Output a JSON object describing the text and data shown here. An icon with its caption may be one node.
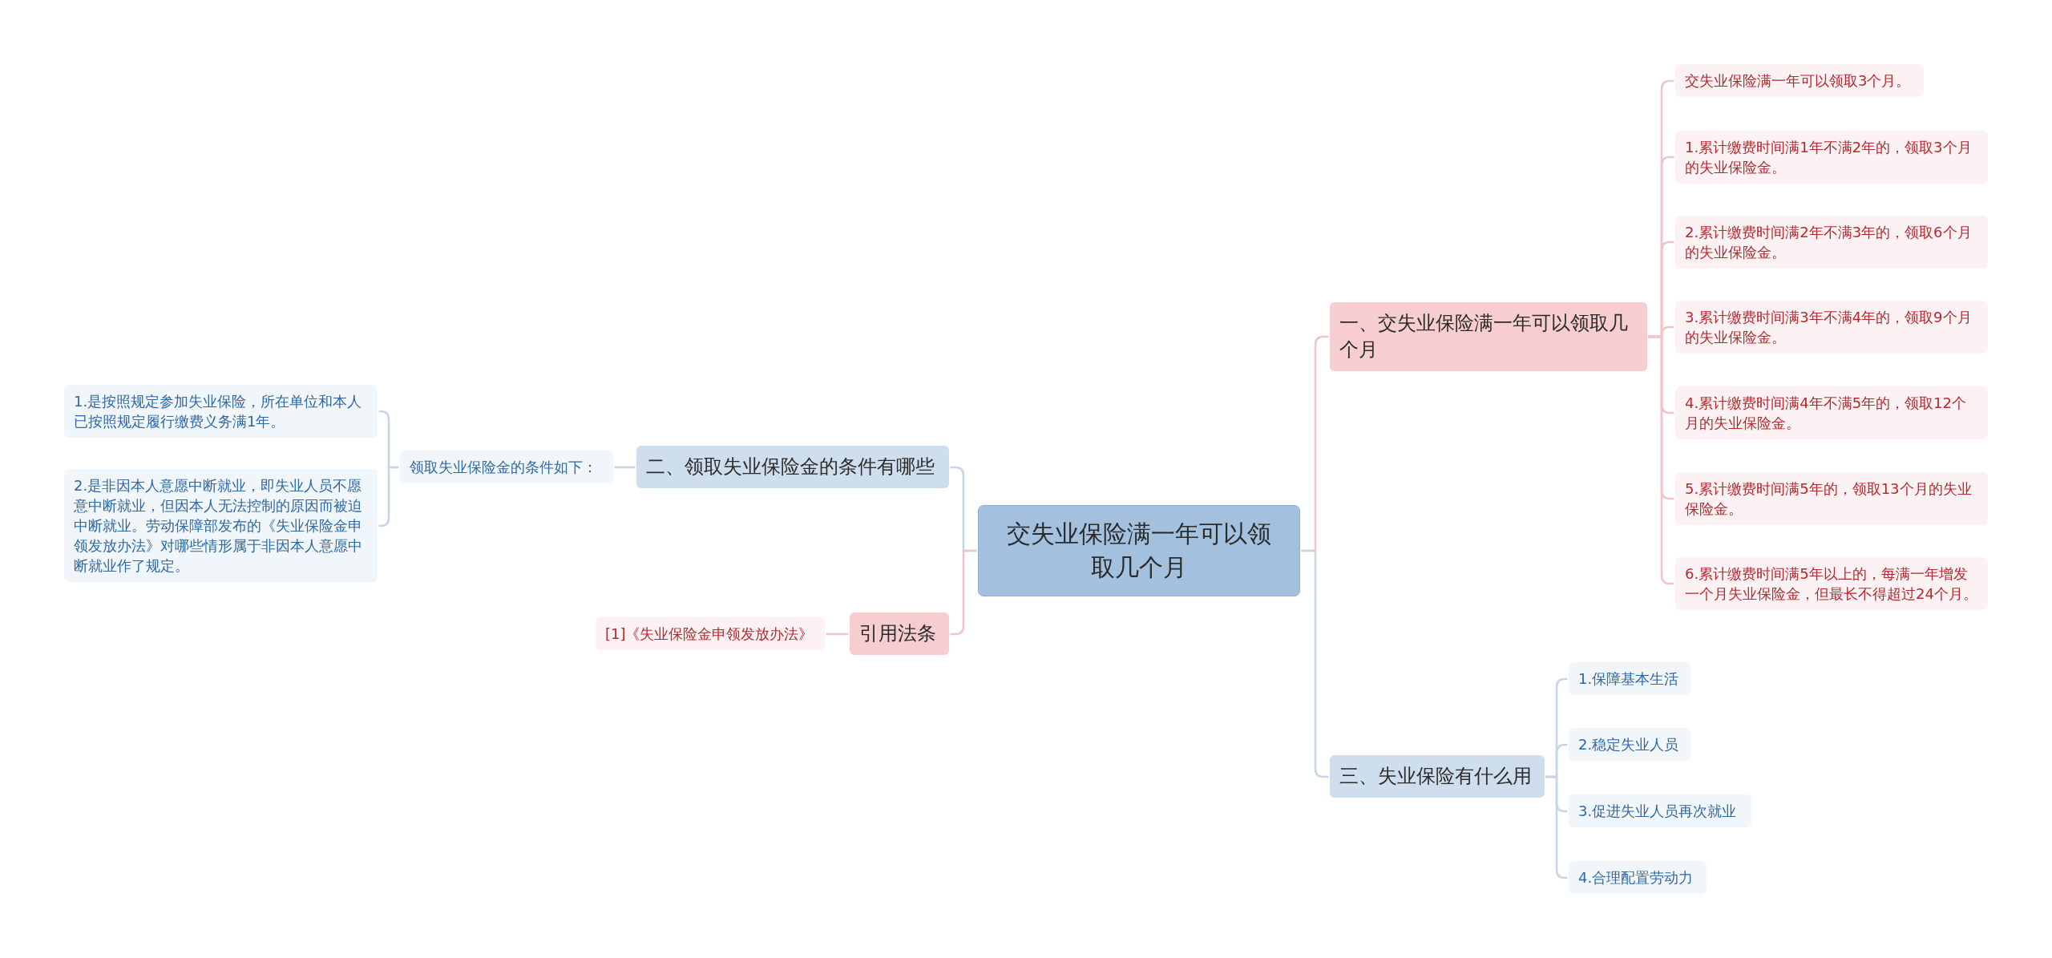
{
  "diagram": {
    "nodes": [
      {
        "text": [
          "交失业保险满一年可以领取几个月"
        ]
      },
      {
        "text": [
          "一、交失业保险满一年可以领取几个月"
        ]
      },
      {
        "text": [
          "交失业保险满一年可以领取3个月。"
        ]
      },
      {
        "text": [
          "1.累计缴费时间满1年不满2年的，领取3个月的失业保险金。"
        ]
      },
      {
        "text": [
          "2.累计缴费时间满2年不满3年的，领取6个月的失业保险金。"
        ]
      },
      {
        "text": [
          "3.累计缴费时间满3年不满4年的，领取9个月的失业保险金。"
        ]
      },
      {
        "text": [
          "4.累计缴费时间满4年不满5年的，领取12个月的失业保险金。"
        ]
      },
      {
        "text": [
          "5.累计缴费时间满5年的，领取13个月的失业保险金。"
        ]
      },
      {
        "text": [
          "6.累计缴费时间满5年以上的，每满一年增发一个月失业保险金，但最长不得超过24个月。"
        ]
      },
      {
        "text": [
          "三、失业保险有什么用"
        ]
      },
      {
        "text": [
          "1.保障基本生活"
        ]
      },
      {
        "text": [
          "2.稳定失业人员"
        ]
      },
      {
        "text": [
          "3.促进失业人员再次就业"
        ]
      },
      {
        "text": [
          "4.合理配置劳动力"
        ]
      },
      {
        "text": [
          "二、领取失业保险金的条件有哪些"
        ]
      },
      {
        "text": [
          "领取失业保险金的条件如下："
        ]
      },
      {
        "text": [
          "1.是按照规定参加失业保险，所在单位和本人已按照规定履行缴费义务满1年。"
        ]
      },
      {
        "text": [
          "2.是非因本人意愿中断就业，即失业人员不愿意中断就业，但因本人无法控制的原因而被迫中断就业。劳动保障部发布的《失业保险金申领发放办法》对哪些情形属于非因本人意愿中断就业作了规定。"
        ]
      },
      {
        "text": [
          "引用法条"
        ]
      },
      {
        "text": [
          "[1]《失业保险金申领发放办法》"
        ]
      }
    ],
    "edges": [
      {
        "from": 0,
        "to": 1,
        "arrow": "none"
      },
      {
        "from": 1,
        "to": 2,
        "arrow": "none"
      },
      {
        "from": 1,
        "to": 3,
        "arrow": "none"
      },
      {
        "from": 1,
        "to": 4,
        "arrow": "none"
      },
      {
        "from": 1,
        "to": 5,
        "arrow": "none"
      },
      {
        "from": 1,
        "to": 6,
        "arrow": "none"
      },
      {
        "from": 1,
        "to": 7,
        "arrow": "none"
      },
      {
        "from": 1,
        "to": 8,
        "arrow": "none"
      },
      {
        "from": 0,
        "to": 9,
        "arrow": "none",
        "color": "#c6d6e7"
      },
      {
        "from": 9,
        "to": 10,
        "arrow": "none",
        "color": "#c6d6e7"
      },
      {
        "from": 9,
        "to": 11,
        "arrow": "none",
        "color": "#c6d6e7"
      },
      {
        "from": 9,
        "to": 12,
        "arrow": "none",
        "color": "#c6d6e7"
      },
      {
        "from": 9,
        "to": 13,
        "arrow": "none",
        "color": "#c6d6e7"
      },
      {
        "from": 0,
        "to": 14,
        "arrow": "none",
        "color": "#c6d6e7"
      },
      {
        "from": 14,
        "to": 15,
        "arrow": "none",
        "color": "#c6d6e7"
      },
      {
        "from": 15,
        "to": 16,
        "arrow": "none",
        "color": "#c6d6e7"
      },
      {
        "from": 15,
        "to": 17,
        "arrow": "none",
        "color": "#c6d6e7"
      },
      {
        "from": 0,
        "to": 18,
        "arrow": "none"
      },
      {
        "from": 18,
        "to": 19,
        "arrow": "none"
      }
    ]
  }
}
